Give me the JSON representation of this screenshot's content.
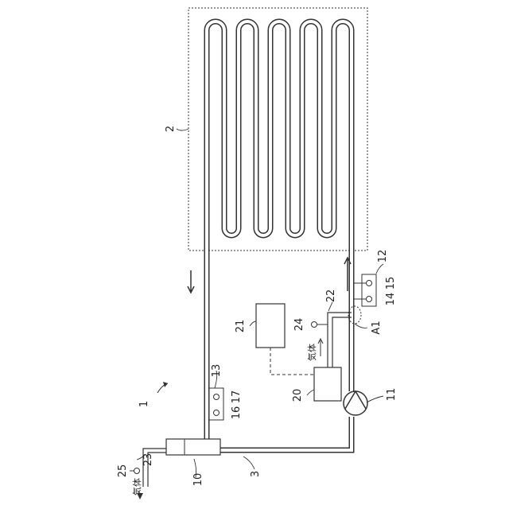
{
  "figure": {
    "labels": {
      "system": "1",
      "panel": "2",
      "pipe": "3",
      "exchanger": "10",
      "pump": "11",
      "sensor_box_upper": "12",
      "sensor_box_lower": "13",
      "sensor_14": "14",
      "sensor_15": "15",
      "sensor_16": "16",
      "sensor_17": "17",
      "gas_source": "20",
      "controller": "21",
      "gas_line": "22",
      "outlet_line": "23",
      "valve_24": "24",
      "valve_25": "25",
      "region_a1": "A1"
    },
    "gas_text": "気体"
  }
}
